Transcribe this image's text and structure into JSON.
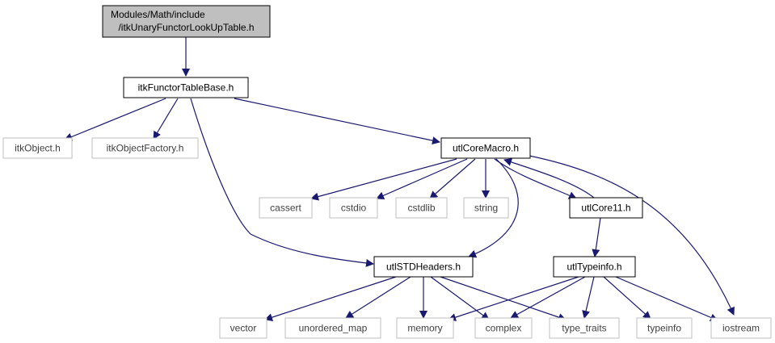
{
  "colors": {
    "edge": "#191970",
    "focus_fill": "#bfbfbf",
    "node_border": "#000000",
    "external_border": "#bfbfbf",
    "external_text": "#404040",
    "text": "#000000"
  },
  "nodes": {
    "lookup_table": {
      "line1": "Modules/Math/include",
      "line2": "/itkUnaryFunctorLookUpTable.h",
      "kind": "focus"
    },
    "functor_table_base": {
      "label": "itkFunctorTableBase.h",
      "kind": "internal"
    },
    "itk_object": {
      "label": "itkObject.h",
      "kind": "external"
    },
    "itk_object_factory": {
      "label": "itkObjectFactory.h",
      "kind": "external"
    },
    "utl_core_macro": {
      "label": "utlCoreMacro.h",
      "kind": "internal"
    },
    "cassert": {
      "label": "cassert",
      "kind": "external"
    },
    "cstdio": {
      "label": "cstdio",
      "kind": "external"
    },
    "cstdlib": {
      "label": "cstdlib",
      "kind": "external"
    },
    "string": {
      "label": "string",
      "kind": "external"
    },
    "utl_core11": {
      "label": "utlCore11.h",
      "kind": "internal"
    },
    "utl_std_headers": {
      "label": "utlSTDHeaders.h",
      "kind": "internal"
    },
    "utl_typeinfo": {
      "label": "utlTypeinfo.h",
      "kind": "internal"
    },
    "vector": {
      "label": "vector",
      "kind": "external"
    },
    "unordered_map": {
      "label": "unordered_map",
      "kind": "external"
    },
    "memory": {
      "label": "memory",
      "kind": "external"
    },
    "complex": {
      "label": "complex",
      "kind": "external"
    },
    "type_traits": {
      "label": "type_traits",
      "kind": "external"
    },
    "typeinfo": {
      "label": "typeinfo",
      "kind": "external"
    },
    "iostream": {
      "label": "iostream",
      "kind": "external"
    }
  },
  "edges": [
    [
      "lookup_table",
      "functor_table_base"
    ],
    [
      "functor_table_base",
      "itk_object"
    ],
    [
      "functor_table_base",
      "itk_object_factory"
    ],
    [
      "functor_table_base",
      "utl_core_macro"
    ],
    [
      "functor_table_base",
      "utl_std_headers"
    ],
    [
      "utl_core_macro",
      "cassert"
    ],
    [
      "utl_core_macro",
      "cstdio"
    ],
    [
      "utl_core_macro",
      "cstdlib"
    ],
    [
      "utl_core_macro",
      "string"
    ],
    [
      "utl_core_macro",
      "utl_core11"
    ],
    [
      "utl_core_macro",
      "utl_std_headers"
    ],
    [
      "utl_core_macro",
      "iostream"
    ],
    [
      "utl_core11",
      "utl_core_macro"
    ],
    [
      "utl_core11",
      "utl_typeinfo"
    ],
    [
      "utl_std_headers",
      "vector"
    ],
    [
      "utl_std_headers",
      "unordered_map"
    ],
    [
      "utl_std_headers",
      "memory"
    ],
    [
      "utl_std_headers",
      "complex"
    ],
    [
      "utl_std_headers",
      "type_traits"
    ],
    [
      "utl_typeinfo",
      "memory"
    ],
    [
      "utl_typeinfo",
      "complex"
    ],
    [
      "utl_typeinfo",
      "type_traits"
    ],
    [
      "utl_typeinfo",
      "typeinfo"
    ],
    [
      "utl_typeinfo",
      "iostream"
    ]
  ]
}
